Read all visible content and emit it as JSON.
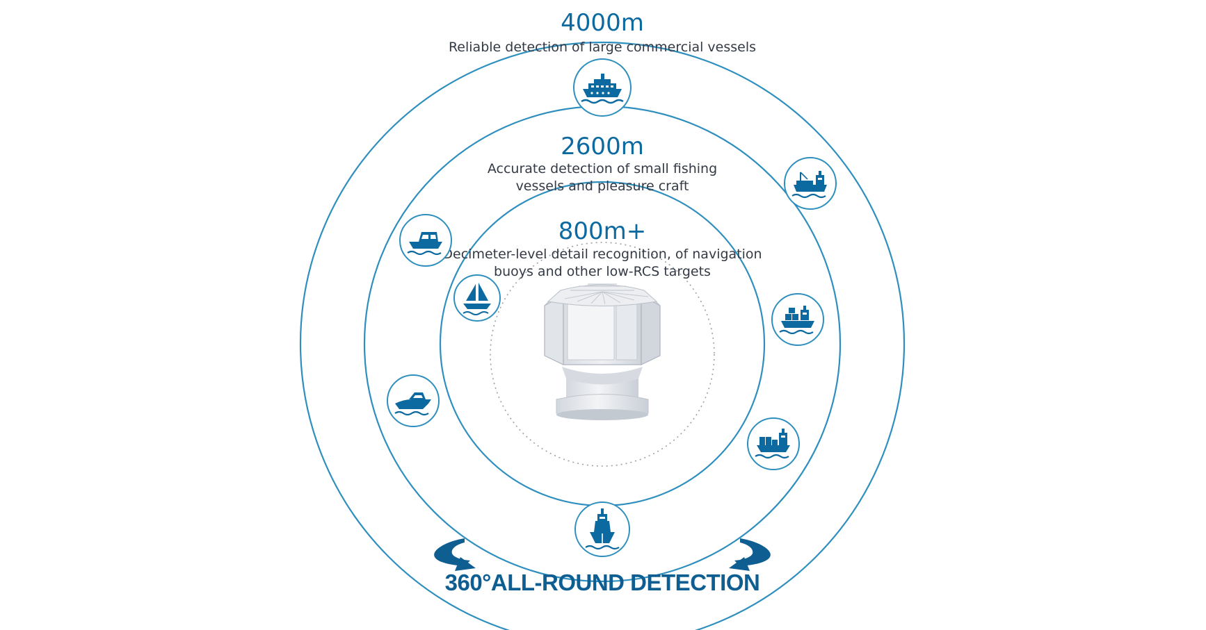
{
  "ranges": {
    "outer": {
      "value": "4000m",
      "desc": "Reliable detection of large commercial vessels"
    },
    "middle": {
      "value": "2600m",
      "desc_line1": "Accurate detection of small fishing",
      "desc_line2": "vessels and pleasure craft"
    },
    "inner": {
      "value": "800m+",
      "desc_line1": "Decimeter-level detail recognition, of navigation",
      "desc_line2": "buoys and other low-RCS targets"
    }
  },
  "banner": "360°ALL-ROUND DETECTION",
  "colors": {
    "ring": "#2e8fbe",
    "accent": "#0d6aa0",
    "text": "#333a45",
    "radar": "#dfe3e9"
  },
  "icons": [
    "cruise-ship-icon",
    "cargo-ship-icon",
    "motor-boat-icon",
    "sailboat-icon",
    "container-ship-icon",
    "speedboat-icon",
    "freighter-icon",
    "ship-bow-icon"
  ]
}
